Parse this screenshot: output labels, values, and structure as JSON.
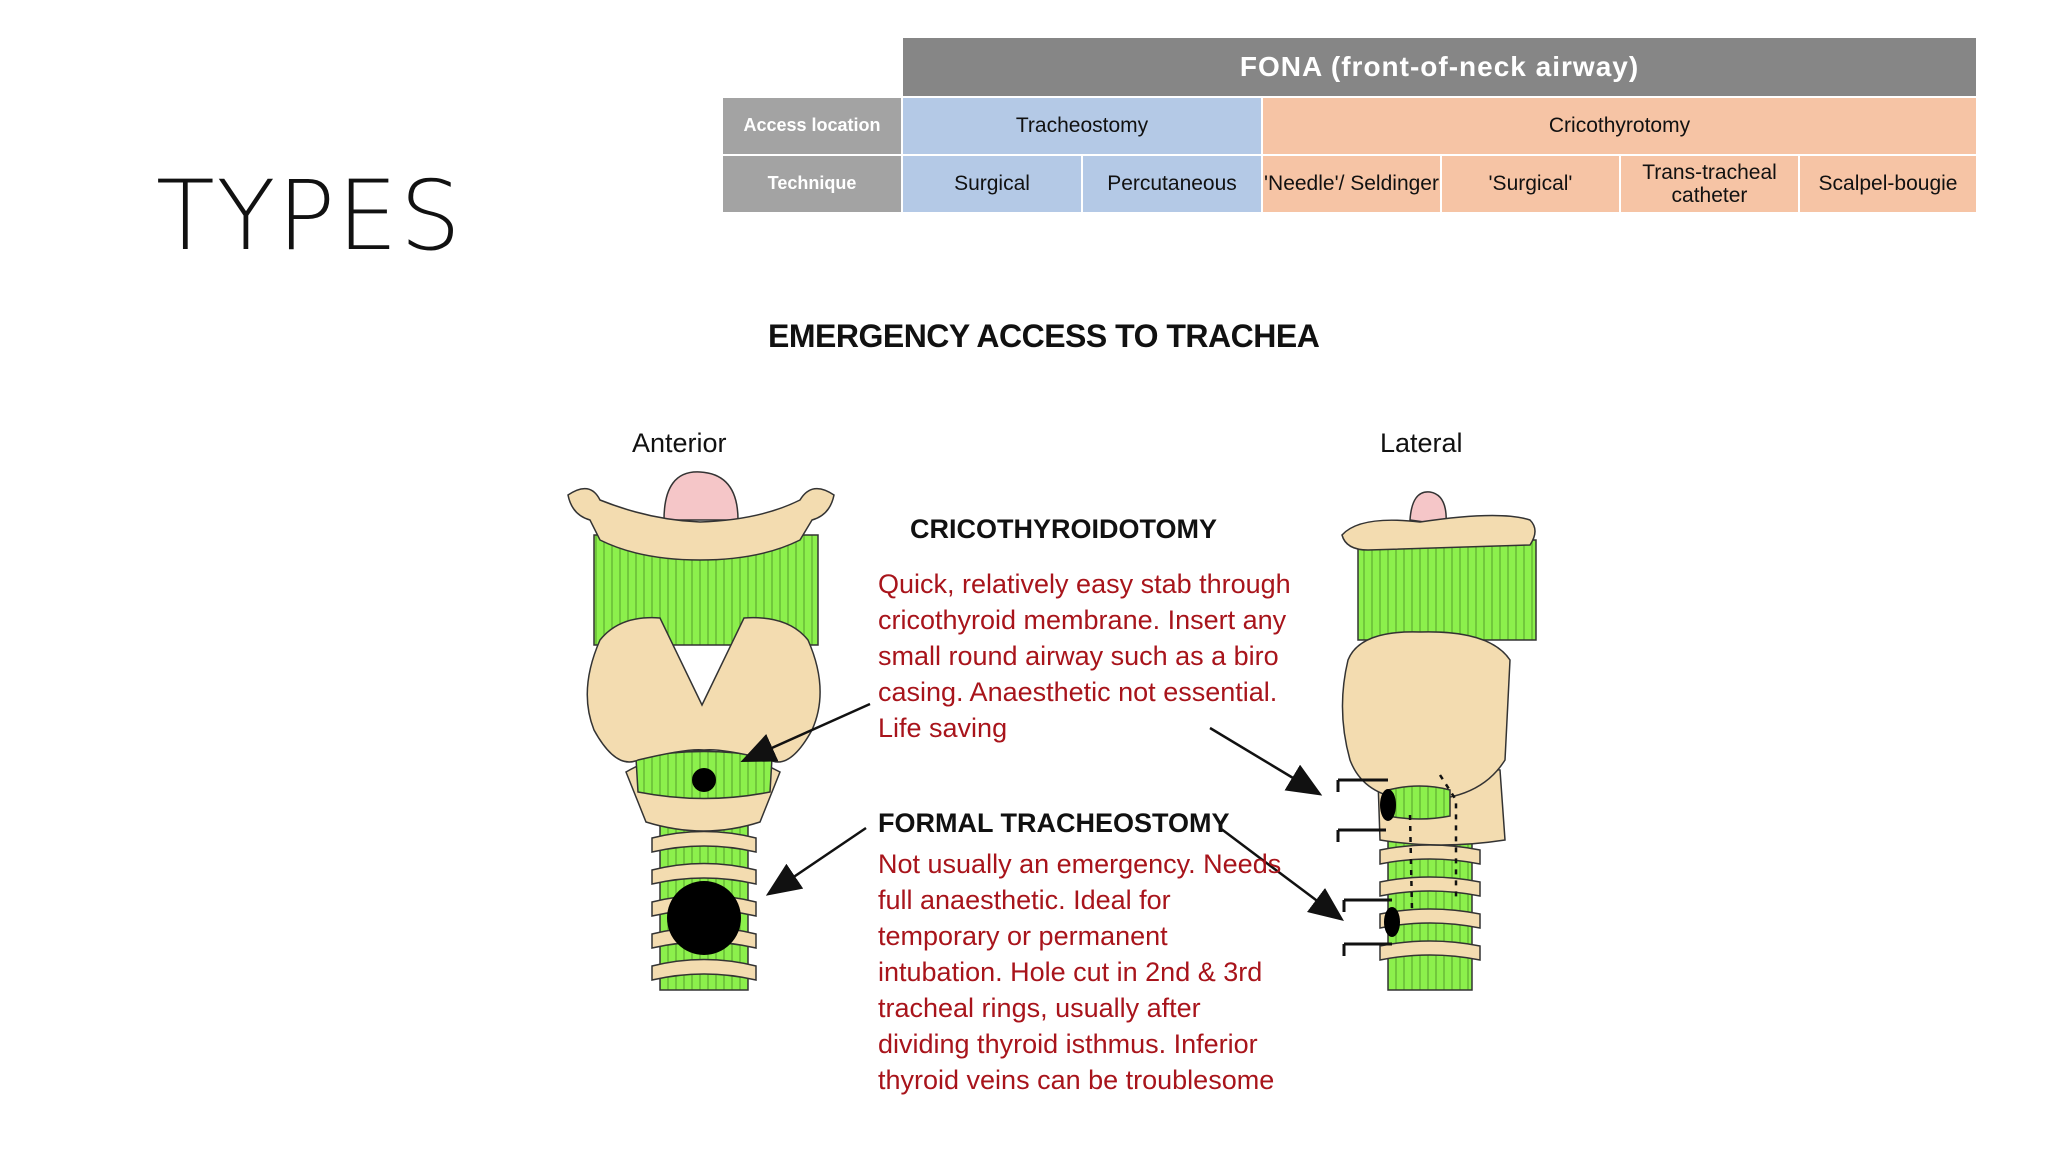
{
  "slide": {
    "title": "TYPES"
  },
  "fona_table": {
    "header": "FONA (front-of-neck airway)",
    "row_labels": {
      "access": "Access location",
      "technique": "Technique"
    },
    "access": {
      "tracheostomy": "Tracheostomy",
      "cricothyrotomy": "Cricothyrotomy"
    },
    "techniques": [
      "Surgical",
      "Percutaneous",
      "'Needle'/ Seldinger",
      "'Surgical'",
      "Trans-tracheal catheter",
      "Scalpel-bougie"
    ],
    "colors": {
      "header": "#868686",
      "label": "#a3a3a3",
      "tracheostomy": "#b4c9e6",
      "cricothyrotomy": "#f6c4a5"
    }
  },
  "diagram": {
    "title": "EMERGENCY ACCESS TO TRACHEA",
    "anterior_label": "Anterior",
    "lateral_label": "Lateral",
    "cricothyroidotomy": {
      "heading": "CRICOTHYROIDOTOMY",
      "text": "Quick, relatively easy stab through cricothyroid membrane. Insert any small round airway such as a biro casing. Anaesthetic not essential. Life saving"
    },
    "tracheostomy": {
      "heading": "FORMAL TRACHEOSTOMY",
      "text": "Not usually an emergency. Needs full anaesthetic. Ideal for temporary or permanent intubation. Hole cut in 2nd & 3rd tracheal rings, usually after dividing thyroid isthmus. Inferior thyroid veins can be troublesome"
    },
    "colors": {
      "cartilage": "#f3dcb0",
      "membrane": "#8cf04c",
      "text_red": "#a8141b",
      "epiglottis": "#f5c6c8"
    }
  }
}
